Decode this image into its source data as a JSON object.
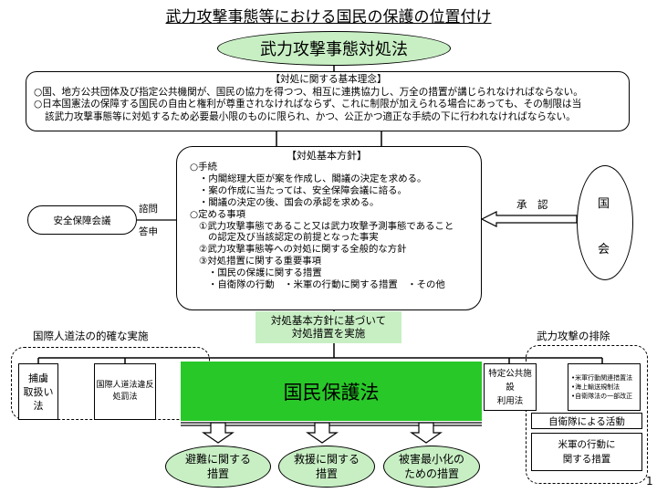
{
  "title": "武力攻撃事態等における国民の保護の位置付け",
  "act": "武力攻撃事態対処法",
  "basic_principles": {
    "heading": "【対処に関する基本理念】",
    "line1": "○国、地方公共団体及び指定公共機関が、国民の協力を得つつ、相互に連携協力し、万全の措置が講じられなければならない。",
    "line2": "○日本国憲法の保障する国民の自由と権利が尊重されなければならず、これに制限が加えられる場合にあっても、その制限は当",
    "line3": "該武力攻撃事態等に対処するため必要最小限のものに限られ、かつ、公正かつ適正な手続の下に行われなければならない。"
  },
  "basic_policy": {
    "heading": "【対処基本方針】",
    "lines": [
      "○手続",
      "・内閣総理大臣が案を作成し、閣議の決定を求める。",
      "・案の作成に当たっては、安全保障会議に諮る。",
      "・閣議の決定の後、国会の承認を求める。",
      "○定める事項",
      "①武力攻撃事態であること又は武力攻撃予測事態であること",
      "の認定及び当該認定の前提となった事実",
      "②武力攻撃事態等への対処に関する全般的な方針",
      "③対処措置に関する重要事項",
      "・国民の保護に関する措置",
      "・自衛隊の行動　・米軍の行動に関する措置　・その他"
    ]
  },
  "security_council": "安全保障会議",
  "consult_label": "諮問",
  "answer_label": "答申",
  "approval_label": "承　認",
  "diet": [
    "国",
    "会"
  ],
  "implementation": [
    "対処基本方針に基づいて",
    "対処措置を実施"
  ],
  "ihl_label": "国際人道法の的確な実施",
  "exclusion_label": "武力攻撃の排除",
  "pow_law": [
    "捕虜",
    "取扱い法"
  ],
  "ihl_violation_law": [
    "国際人道法違反",
    "処罰法"
  ],
  "civil_protection_law": "国民保護法",
  "facility_law": [
    "特定公共施設",
    "利用法"
  ],
  "us_laws": [
    "•米軍行動関連措置法",
    "•海上輸送規制法",
    "•自衛隊法の一部改正"
  ],
  "sdf_activity": "自衛隊による活動",
  "us_measures": [
    "米軍の行動に",
    "関する措置"
  ],
  "measures": [
    [
      "避難に関する",
      "措置"
    ],
    [
      "救援に関する",
      "措置"
    ],
    [
      "被害最小化の",
      "ための措置"
    ]
  ],
  "page_number": "1"
}
